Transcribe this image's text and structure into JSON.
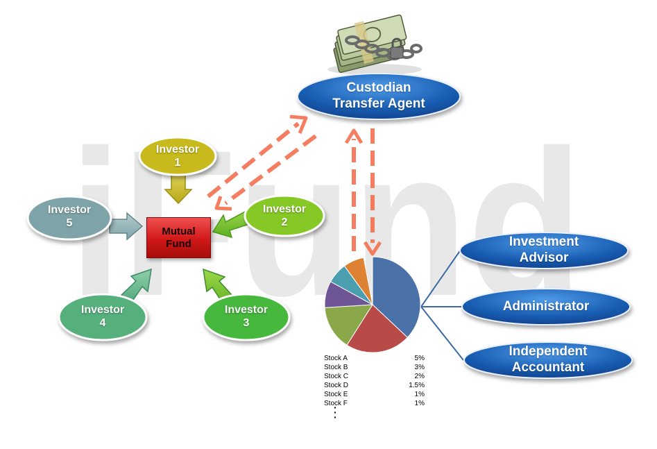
{
  "watermark": "iFund",
  "mutual_fund": {
    "line1": "Mutual",
    "line2": "Fund"
  },
  "investors": [
    {
      "word": "Investor",
      "num": "1",
      "color": "#c8ba1a"
    },
    {
      "word": "Investor",
      "num": "2",
      "color": "#86c928"
    },
    {
      "word": "Investor",
      "num": "3",
      "color": "#45b83e"
    },
    {
      "word": "Investor",
      "num": "4",
      "color": "#54b07c"
    },
    {
      "word": "Investor",
      "num": "5",
      "color": "#7ea3a8"
    }
  ],
  "custodian": {
    "line1": "Custodian",
    "line2": "Transfer Agent"
  },
  "roles": [
    {
      "line1": "Investment",
      "line2": "Advisor"
    },
    {
      "line1": "Administrator",
      "line2": ""
    },
    {
      "line1": "Independent",
      "line2": "Accountant"
    }
  ],
  "holdings": [
    {
      "name": "Stock A",
      "pct": "5%"
    },
    {
      "name": "Stock B",
      "pct": "3%"
    },
    {
      "name": "Stock C",
      "pct": "2%"
    },
    {
      "name": "Stock D",
      "pct": "1.5%"
    },
    {
      "name": "Stock E",
      "pct": "1%"
    },
    {
      "name": "Stock F",
      "pct": "1%"
    }
  ],
  "pie_colors": [
    "#4a72a8",
    "#b84a48",
    "#8aa84a",
    "#6e5596",
    "#4a9eb0",
    "#dd8233"
  ],
  "pie_fractions": [
    0.37,
    0.22,
    0.15,
    0.09,
    0.07,
    0.07
  ],
  "colors": {
    "oval_blue": "#1a5fb4",
    "dashed_arrow": "#f47050",
    "connector": "#3c6aa6"
  }
}
